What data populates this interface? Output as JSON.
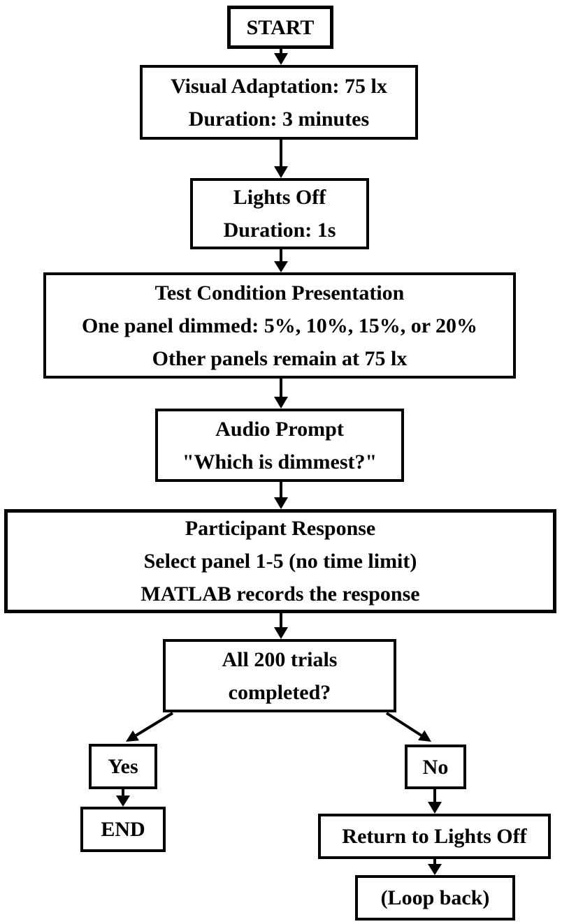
{
  "colors": {
    "ink": "#000000",
    "background": "#ffffff"
  },
  "flowchart": {
    "nodes": {
      "start": {
        "label": "START"
      },
      "adaptation": {
        "line1": "Visual Adaptation: 75 lx",
        "line2": "Duration: 3 minutes"
      },
      "lights_off": {
        "line1": "Lights Off",
        "line2": "Duration: 1s"
      },
      "test_condition": {
        "line1": "Test Condition Presentation",
        "line2": "One panel dimmed: 5%, 10%, 15%, or 20%",
        "line3": "Other panels remain at 75 lx"
      },
      "audio_prompt": {
        "line1": "Audio Prompt",
        "line2": "\"Which is dimmest?\""
      },
      "participant_response": {
        "line1": "Participant Response",
        "line2": "Select panel 1-5 (no time limit)",
        "line3": "MATLAB records the response"
      },
      "trials_check": {
        "line1": "All 200 trials",
        "line2": "completed?"
      },
      "yes": {
        "label": "Yes"
      },
      "no": {
        "label": "No"
      },
      "end": {
        "label": "END"
      },
      "return_lights_off": {
        "label": "Return to Lights Off"
      },
      "loop_back": {
        "label": "(Loop back)"
      }
    },
    "edges": [
      {
        "from": "start",
        "to": "adaptation"
      },
      {
        "from": "adaptation",
        "to": "lights_off"
      },
      {
        "from": "lights_off",
        "to": "test_condition"
      },
      {
        "from": "test_condition",
        "to": "audio_prompt"
      },
      {
        "from": "audio_prompt",
        "to": "participant_response"
      },
      {
        "from": "participant_response",
        "to": "trials_check"
      },
      {
        "from": "trials_check",
        "to": "yes"
      },
      {
        "from": "trials_check",
        "to": "no"
      },
      {
        "from": "yes",
        "to": "end"
      },
      {
        "from": "no",
        "to": "return_lights_off"
      },
      {
        "from": "return_lights_off",
        "to": "loop_back"
      }
    ]
  }
}
